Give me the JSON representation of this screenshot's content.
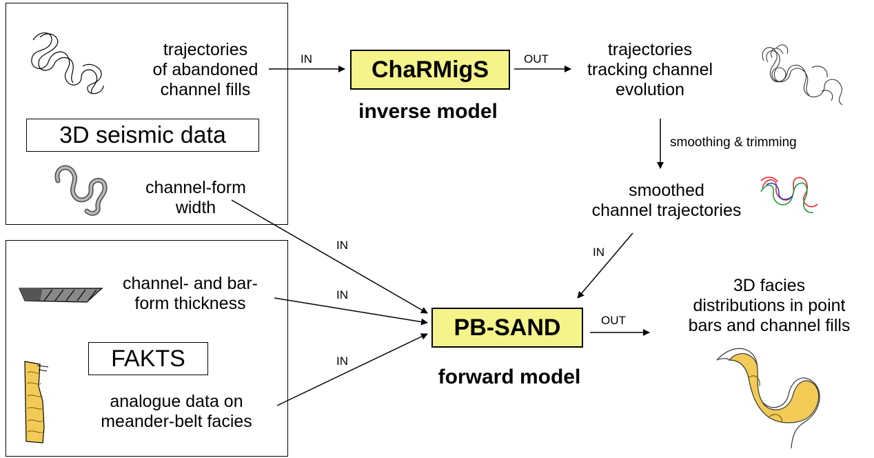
{
  "seismic": {
    "title": "3D seismic data",
    "traj_label": "trajectories\nof abandoned\nchannel fills",
    "width_label": "channel-form\nwidth"
  },
  "fakts": {
    "title": "FAKTS",
    "thickness_label": "channel- and bar-\nform thickness",
    "analogue_label": "analogue data on\nmeander-belt facies"
  },
  "charmigs": {
    "name": "ChaRMigS",
    "caption": "inverse model"
  },
  "pbsand": {
    "name": "PB-SAND",
    "caption": "forward model"
  },
  "outputs": {
    "tracking": "trajectories\ntracking channel\nevolution",
    "smoothing_step": "smoothing & trimming",
    "smoothed": "smoothed\nchannel trajectories",
    "facies": "3D facies\ndistributions in point\nbars and channel fills"
  },
  "arrow_labels": {
    "in": "IN",
    "out": "OUT"
  },
  "colors": {
    "model_fill": "#f4f48a",
    "facies_fill": "#f2cb57",
    "traj_red": "#e8262a",
    "traj_green": "#1b9a3a",
    "traj_blue": "#2643c9"
  }
}
